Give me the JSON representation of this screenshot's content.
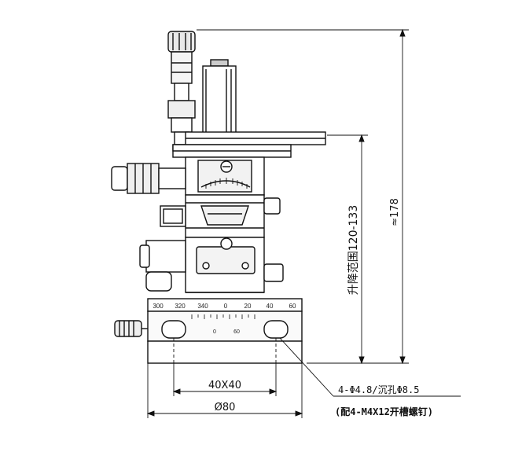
{
  "dimensions": {
    "width_label": "40X40",
    "diameter_label": "Ø80",
    "total_height_label": "≈178",
    "lift_range_label": "升降范围120-133",
    "holes_label": "4-Φ4.8/沉孔Φ8.5",
    "screw_label": "(配4-M4X12开槽螺钉)"
  },
  "rotary_scale": {
    "ticks": [
      "300",
      "320",
      "340",
      "0",
      "20",
      "40",
      "60"
    ],
    "vernier": [
      "0",
      "60"
    ]
  }
}
